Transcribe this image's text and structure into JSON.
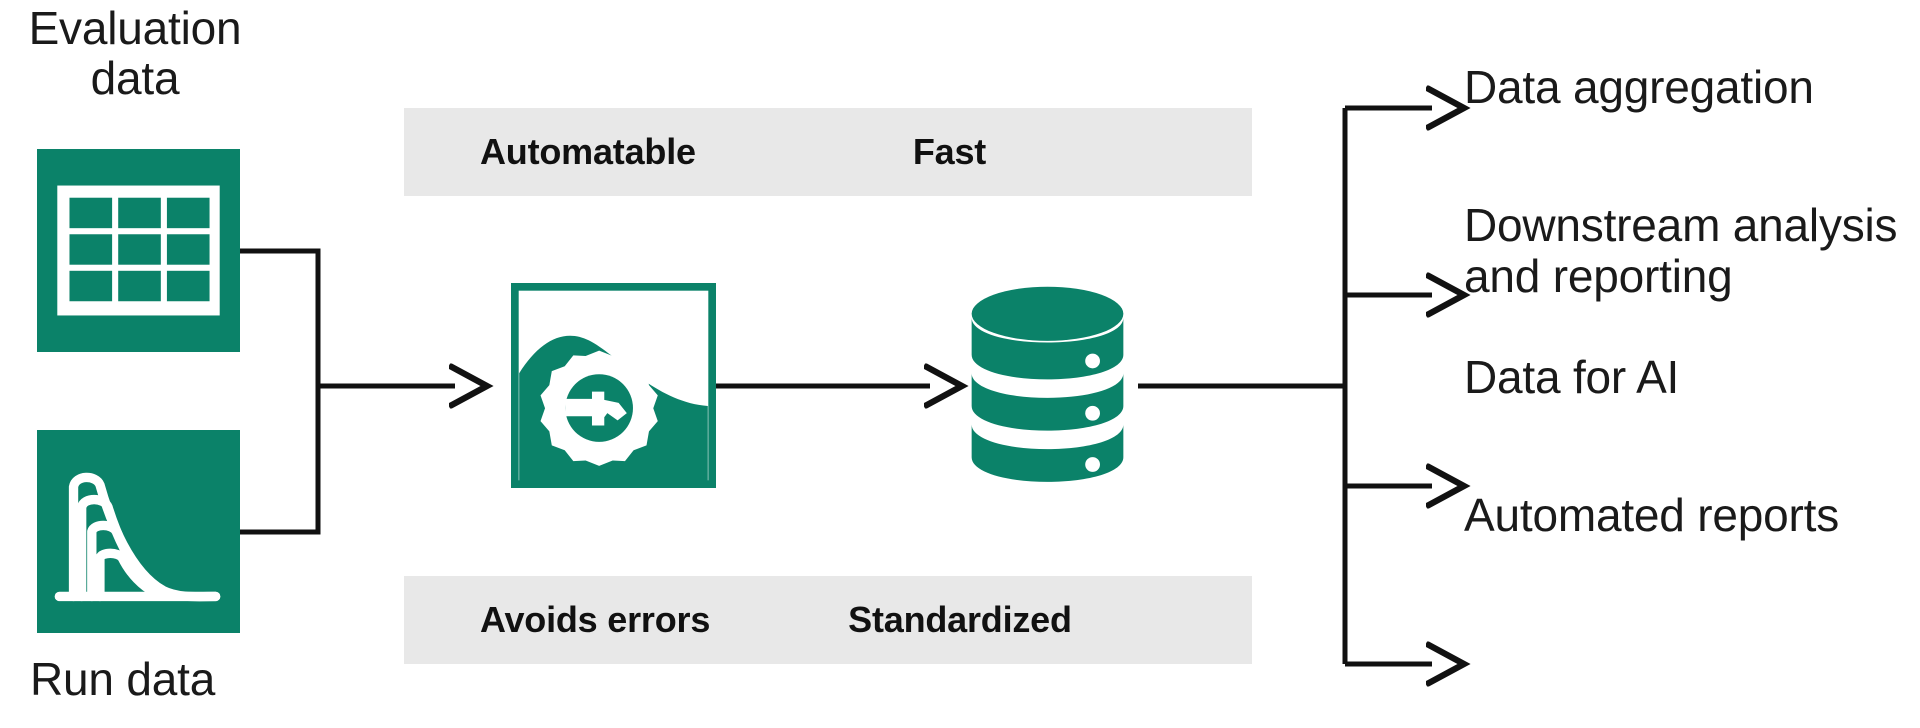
{
  "diagram": {
    "title": "Evaluation and run data processing workflow",
    "colors": {
      "brand_green": "#0b8269",
      "attribute_bar_bg": "#e8e8e8",
      "text": "#1a1a1a",
      "arrow": "#111111",
      "background": "#ffffff"
    }
  },
  "sources": [
    {
      "id": "evaluation-data",
      "label": "Evaluation\ndata",
      "label_position": "above",
      "icon": "table-grid-icon"
    },
    {
      "id": "run-data",
      "label": "Run data",
      "label_position": "below",
      "icon": "chromatogram-peaks-icon"
    }
  ],
  "process": {
    "id": "automated-processing",
    "icon": "gear-with-plug-icon",
    "secondary_icon": "peak-curve-icon"
  },
  "storage": {
    "id": "database",
    "icon": "database-cylinder-icon",
    "discs": 3
  },
  "attributes": {
    "top": [
      "Automatable",
      "Fast"
    ],
    "bottom": [
      "Avoids errors",
      "Standardized"
    ]
  },
  "outputs": [
    {
      "id": "data-aggregation",
      "label": "Data aggregation"
    },
    {
      "id": "downstream-analysis",
      "label": "Downstream analysis\nand reporting"
    },
    {
      "id": "data-for-ai",
      "label": "Data for AI"
    },
    {
      "id": "automated-reports",
      "label": "Automated reports"
    }
  ]
}
